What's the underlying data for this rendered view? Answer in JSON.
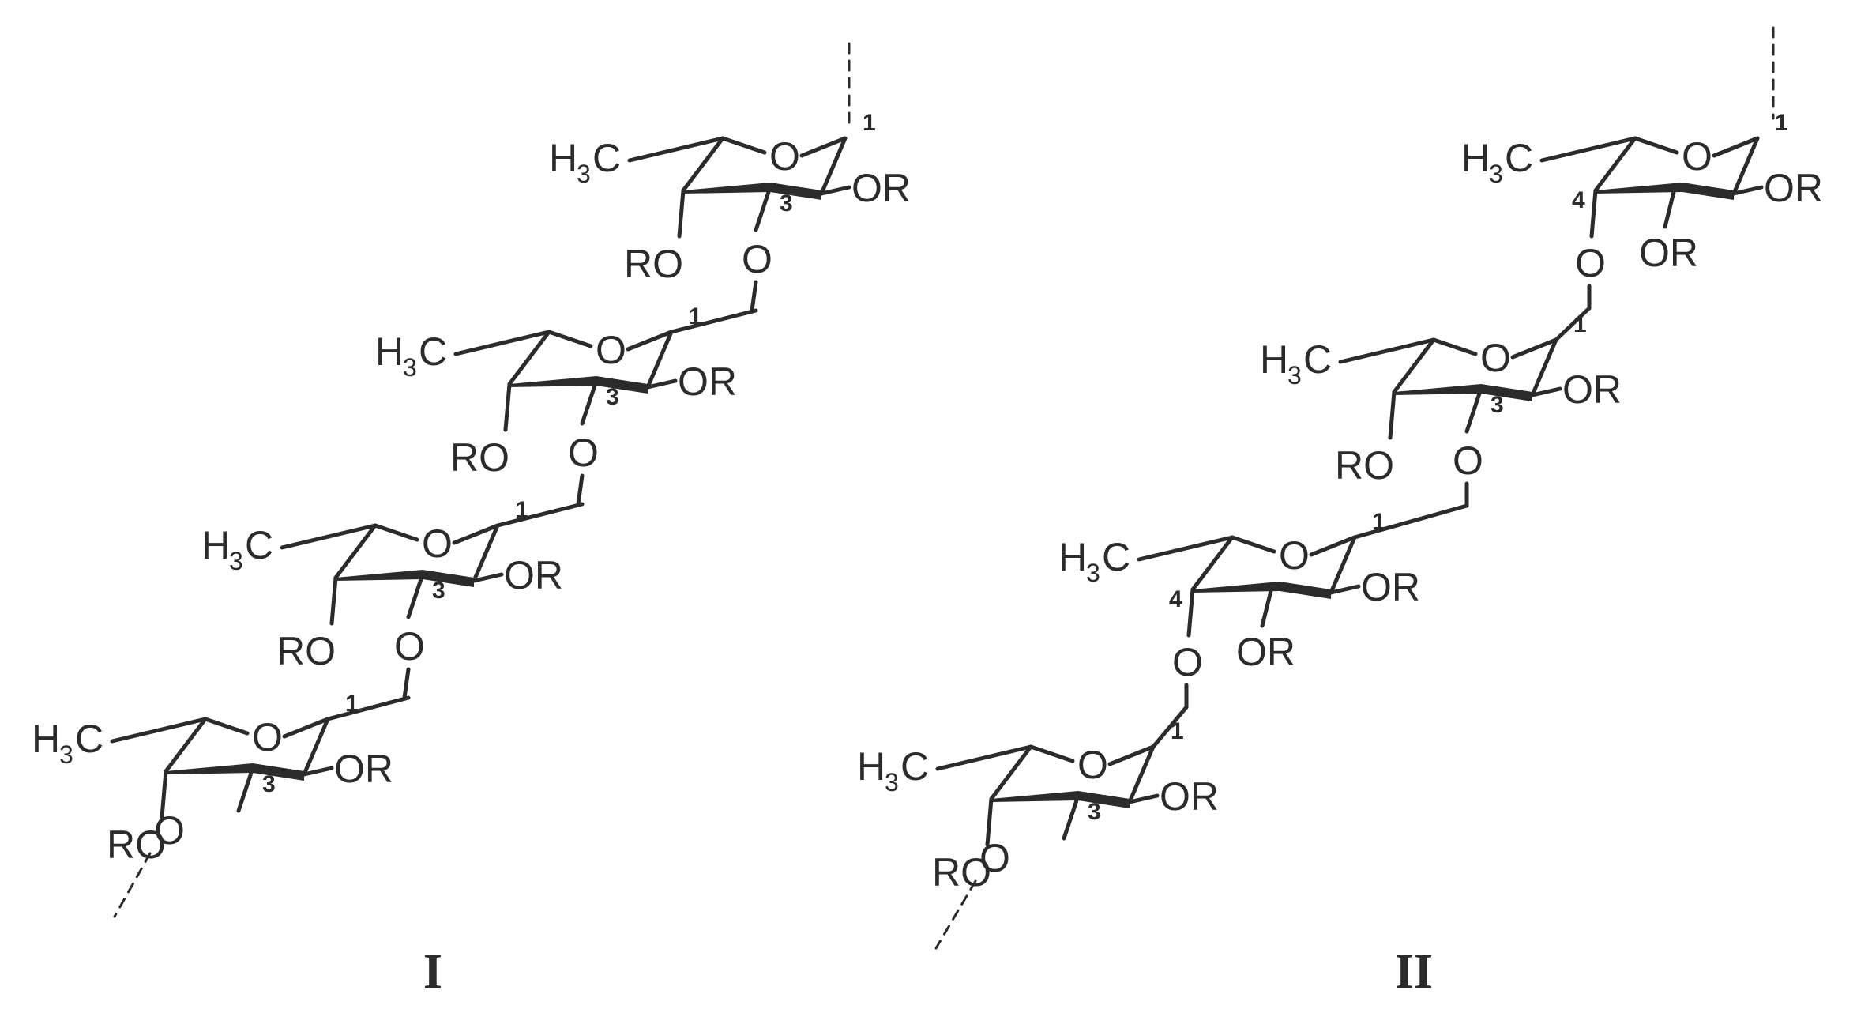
{
  "labels": {
    "methyl_main": "H",
    "methyl_sub": "3",
    "methyl_tail": "C",
    "ring_oxygen": "O",
    "linkage_oxygen": "O",
    "substituent": "OR",
    "substituent_left": "RO",
    "pos_1": "1",
    "pos_3": "3",
    "pos_4": "4"
  },
  "structures": [
    {
      "name": "I",
      "label": "I",
      "residues": 4,
      "linkages": [
        "1→3",
        "1→3",
        "1→3",
        "1→3"
      ]
    },
    {
      "name": "II",
      "label": "II",
      "residues": 4,
      "linkages": [
        "1→4",
        "1→3",
        "1→4",
        "1→3"
      ]
    }
  ],
  "colors": {
    "ink": "#2b2b2b",
    "background": "#ffffff"
  }
}
